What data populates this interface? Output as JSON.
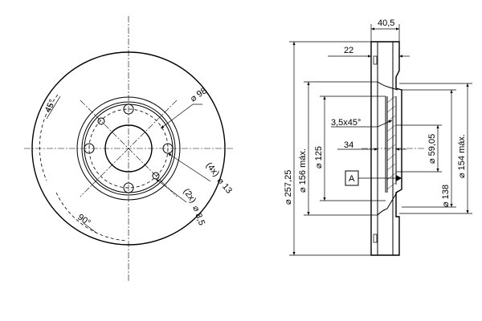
{
  "front_view": {
    "angle_45": "45°",
    "angle_90": "90°",
    "bolt_circle": "⌀ 98",
    "hole_count_4x": "(4x)",
    "hole_dia_13": "⌀ 13",
    "hole_count_2x": "(2x)",
    "hole_dia_8_5": "⌀ 8,5"
  },
  "side_view": {
    "width_total": "40,5",
    "width_22": "22",
    "chamfer": "3,5x45°",
    "depth_34": "34",
    "datum": "A",
    "dia_257_25": "⌀ 257,25",
    "dia_156_max": "⌀ 156 máx.",
    "dia_125": "⌀ 125",
    "dia_59_05": "⌀ 59,05",
    "dia_138": "⌀ 138",
    "dia_154_max": "⌀ 154 máx."
  }
}
